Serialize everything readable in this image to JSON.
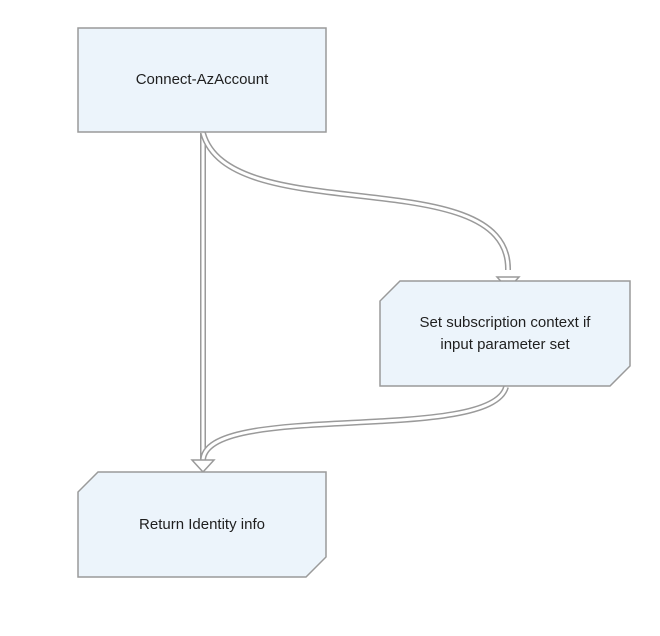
{
  "colors": {
    "node_fill": "#ECF4FB",
    "node_stroke": "#9A9A9A",
    "connector_stroke": "#9A9A9A",
    "text": "#1F1F1F"
  },
  "nodes": [
    {
      "id": "connect",
      "label": "Connect-AzAccount",
      "shape": "rectangle"
    },
    {
      "id": "set-subscription",
      "label_lines": [
        "Set subscription context if",
        "input parameter set"
      ],
      "shape": "clipped-corners"
    },
    {
      "id": "return-identity",
      "label": "Return Identity info",
      "shape": "clipped-corners"
    }
  ],
  "edges": [
    {
      "from": "connect",
      "to": "return-identity"
    },
    {
      "from": "connect",
      "to": "set-subscription"
    },
    {
      "from": "set-subscription",
      "to": "return-identity"
    }
  ]
}
